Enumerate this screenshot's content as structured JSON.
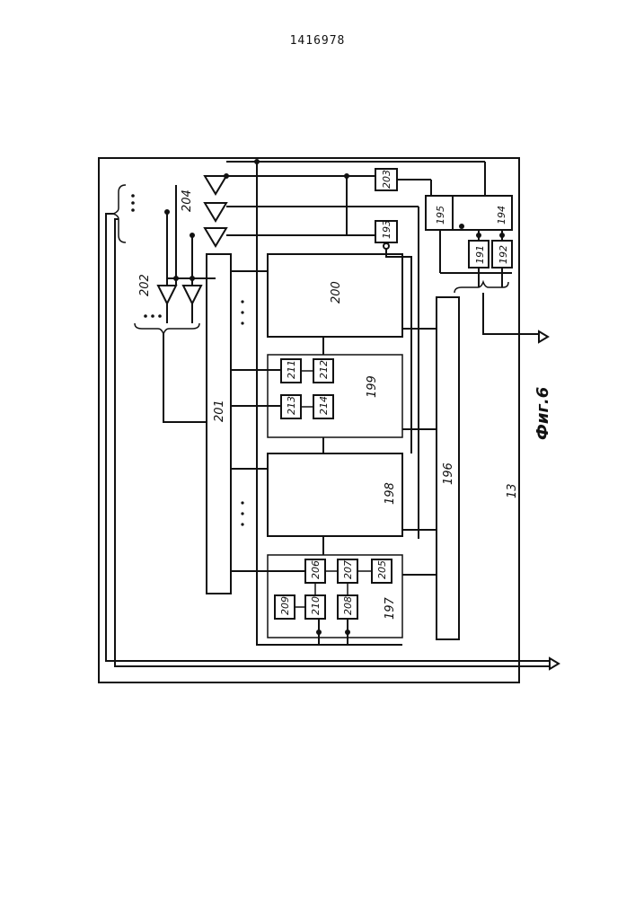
{
  "patent_number": "1416978",
  "figure_caption": "Фиг.6",
  "labels": {
    "b13": "13",
    "b191": "191",
    "b192": "192",
    "b193": "193",
    "b194": "194",
    "b195": "195",
    "b196": "196",
    "b197": "197",
    "b198": "198",
    "b199": "199",
    "b200": "200",
    "b201": "201",
    "b202": "202",
    "b203": "203",
    "b204": "204",
    "b205": "205",
    "b206": "206",
    "b207": "207",
    "b208": "208",
    "b209": "209",
    "b210": "210",
    "b211": "211",
    "b212": "212",
    "b213": "213",
    "b214": "214"
  }
}
